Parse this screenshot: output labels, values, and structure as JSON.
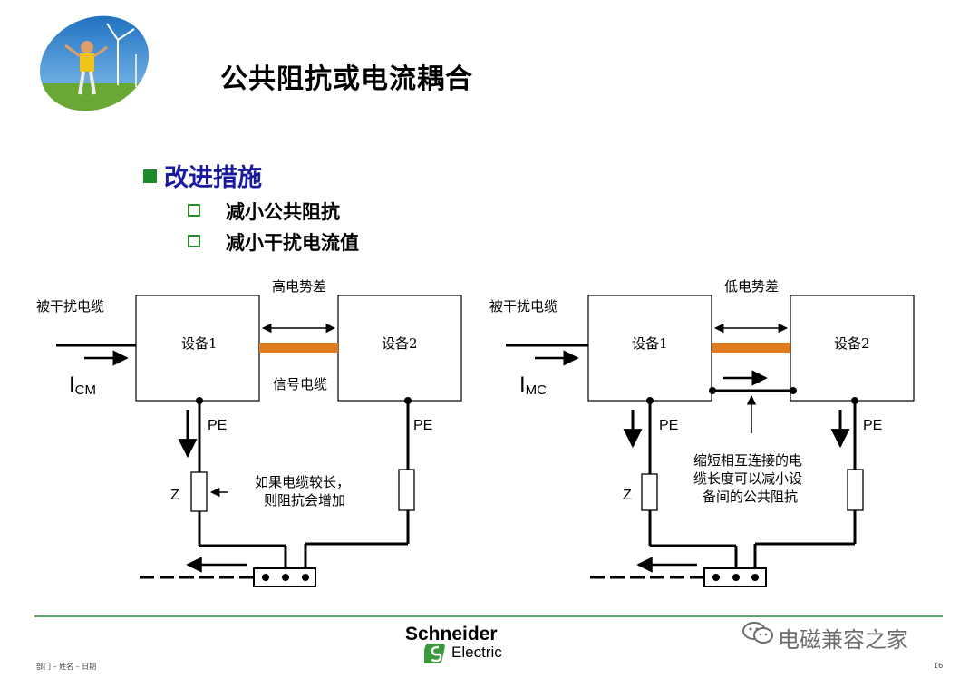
{
  "title": "公共阻抗或电流耦合",
  "section": {
    "heading": "改进措施",
    "bullets": [
      "减小公共阻抗",
      "减小干扰电流值"
    ]
  },
  "left_diagram": {
    "cable_label": "被干扰电缆",
    "current_main": "I",
    "current_sub": "CM",
    "potential_label": "高电势差",
    "device1": "设备1",
    "device2": "设备2",
    "signal_cable": "信号电缆",
    "pe1": "PE",
    "pe2": "PE",
    "z_label": "Z",
    "note_line1": "如果电缆较长，",
    "note_line2": "则阻抗会增加"
  },
  "right_diagram": {
    "cable_label": "被干扰电缆",
    "current_main": "I",
    "current_sub": "MC",
    "potential_label": "低电势差",
    "device1": "设备1",
    "device2": "设备2",
    "pe1": "PE",
    "pe2": "PE",
    "z_label": "Z",
    "note_line1": "缩短相互连接的电",
    "note_line2": "缆长度可以减小设",
    "note_line3": "备间的公共阻抗"
  },
  "footer": {
    "brand_name": "Schneider",
    "brand_sub": "Electric",
    "left_text": "部门 – 姓名 – 日期",
    "page_number": "16",
    "watermark": "电磁兼容之家"
  },
  "colors": {
    "heading": "#1a1a9e",
    "bullet_square": "#1f8a2b",
    "cable": "#e07b1f",
    "footer_line": "#5aa36a",
    "brand_mark": "#3c9a3c"
  }
}
